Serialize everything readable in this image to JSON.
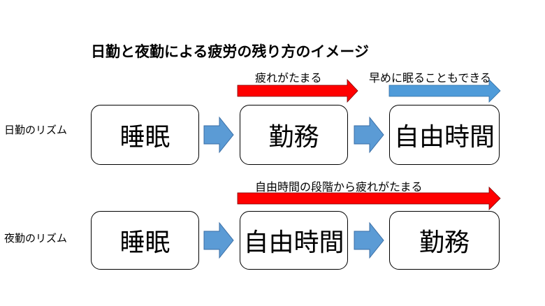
{
  "title": "日勤と夜勤による疲労の残り方のイメージ",
  "rows": {
    "day": {
      "label": "日勤のリズム",
      "boxes": [
        "睡眠",
        "勤務",
        "自由時間"
      ],
      "notes": [
        "疲れがたまる",
        "早めに眠ることもできる"
      ]
    },
    "night": {
      "label": "夜勤のリズム",
      "boxes": [
        "睡眠",
        "自由時間",
        "勤務"
      ],
      "notes": [
        "自由時間の段階から疲れがたまる"
      ]
    }
  },
  "colors": {
    "fatigue_arrow": "#ff0000",
    "recovery_arrow": "#4f9bd9",
    "flow_arrow": "#5b9bd5",
    "box_border": "#000000"
  },
  "icons": {
    "flow": "right-arrow-icon",
    "fatigue": "red-arrow-icon",
    "recovery": "blue-arrow-icon"
  }
}
